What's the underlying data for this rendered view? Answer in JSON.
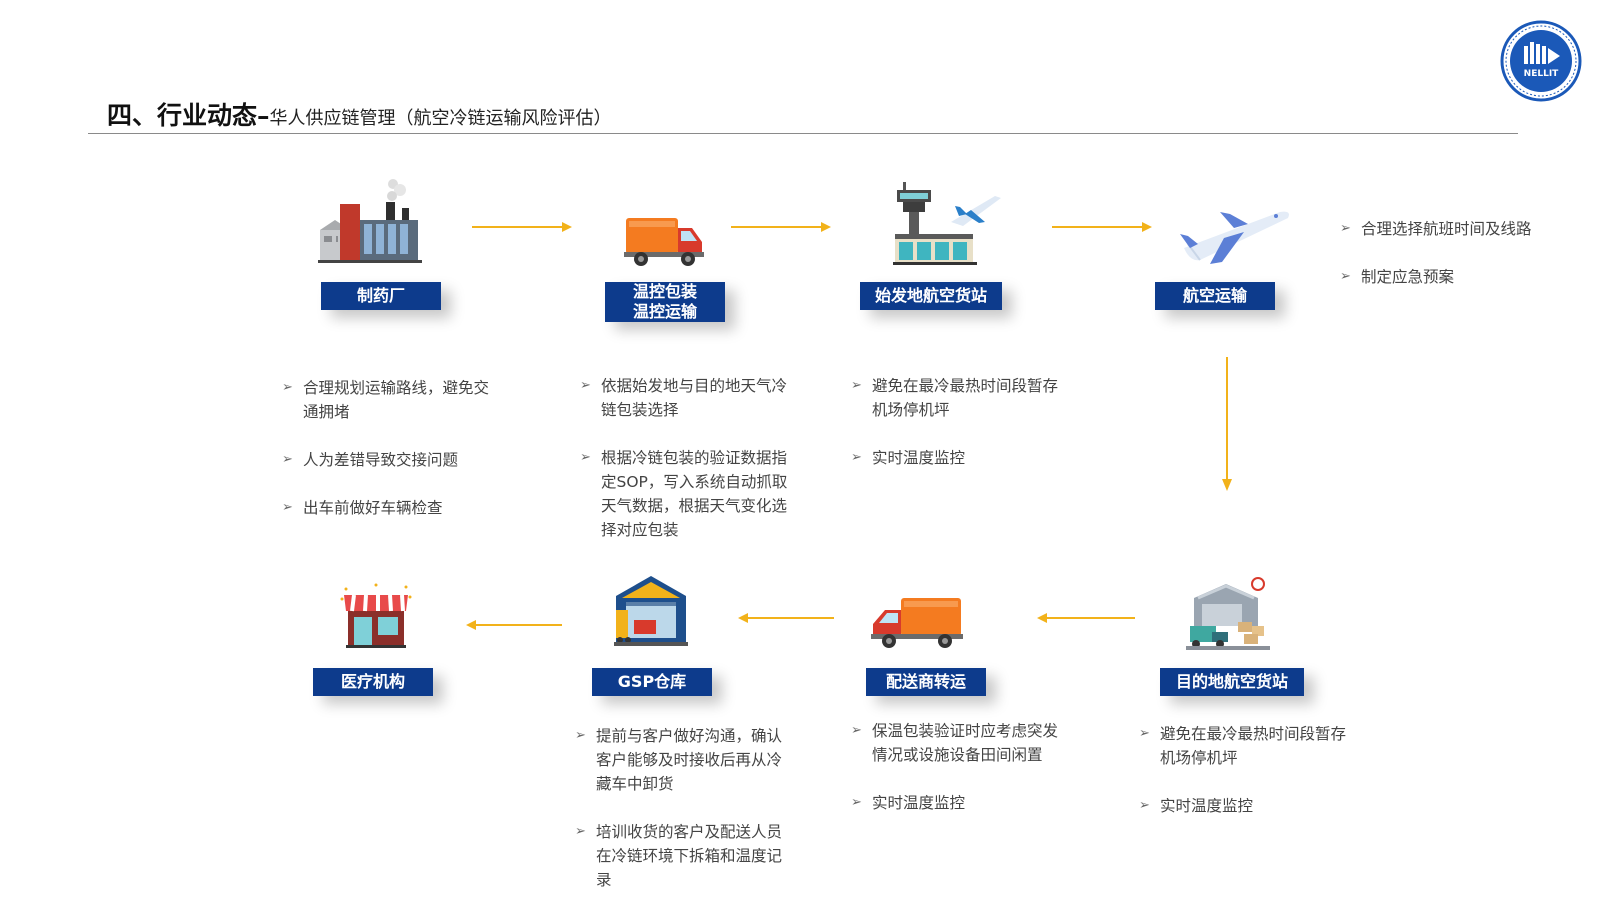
{
  "header": {
    "title_main": "四、行业动态–",
    "title_sub": "华人供应链管理（航空冷链运输风险评估）",
    "logo_text": "NELLIT"
  },
  "colors": {
    "label_bg": "#0d3b8c",
    "arrow": "#f2b21a",
    "text": "#444444"
  },
  "nodes": {
    "pharma": {
      "label": "制药厂",
      "icon": "factory-icon"
    },
    "packing": {
      "label_line1": "温控包装",
      "label_line2": "温控运输",
      "icon": "truck-icon"
    },
    "origin": {
      "label": "始发地航空货站",
      "icon": "airport-tower-icon"
    },
    "air": {
      "label": "航空运输",
      "icon": "airplane-icon"
    },
    "dest": {
      "label": "目的地航空货站",
      "icon": "warehouse-forklift-icon"
    },
    "delivery": {
      "label": "配送商转运",
      "icon": "truck-icon"
    },
    "gsp": {
      "label": "GSP仓库",
      "icon": "warehouse-icon"
    },
    "medical": {
      "label": "医疗机构",
      "icon": "store-icon"
    }
  },
  "notes": {
    "pharma": [
      "合理规划运输路线，避免交通拥堵",
      "人为差错导致交接问题",
      "出车前做好车辆检查"
    ],
    "packing": [
      "依据始发地与目的地天气冷链包装选择",
      "根据冷链包装的验证数据指定SOP，写入系统自动抓取天气数据，根据天气变化选择对应包装"
    ],
    "origin": [
      "避免在最冷最热时间段暂存机场停机坪",
      "实时温度监控"
    ],
    "air": [
      "合理选择航班时间及线路",
      "制定应急预案"
    ],
    "dest": [
      "避免在最冷最热时间段暂存机场停机坪",
      "实时温度监控"
    ],
    "delivery": [
      "保温包装验证时应考虑突发情况或设施设备田间闲置",
      "实时温度监控"
    ],
    "gsp": [
      "提前与客户做好沟通，确认客户能够及时接收后再从冷藏车中卸货",
      "培训收货的客户及配送人员在冷链环境下拆箱和温度记录"
    ]
  }
}
